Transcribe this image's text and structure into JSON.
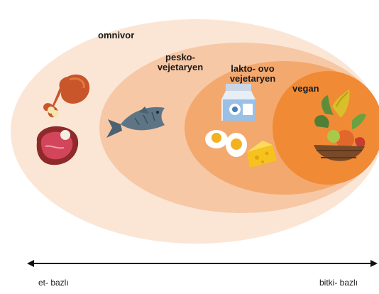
{
  "diagram": {
    "levels": [
      {
        "id": "omnivor",
        "label": "omnivor",
        "color": "#fbe6d6"
      },
      {
        "id": "pesko",
        "label_line1": "pesko-",
        "label_line2": "vejetaryen",
        "color": "#f6c8a6"
      },
      {
        "id": "lakto",
        "label_line1": "lakto- ovo",
        "label_line2": "vejetaryen",
        "color": "#f3a86e"
      },
      {
        "id": "vegan",
        "label": "vegan",
        "color": "#f08a35"
      }
    ],
    "foods": [
      {
        "icon": "chicken-leg-icon"
      },
      {
        "icon": "steak-icon"
      },
      {
        "icon": "fish-icon"
      },
      {
        "icon": "milk-carton-icon"
      },
      {
        "icon": "boiled-eggs-icon"
      },
      {
        "icon": "cheese-icon"
      },
      {
        "icon": "vegetable-basket-icon"
      }
    ],
    "axis": {
      "left_label": "et- bazlı",
      "right_label": "bitki- bazlı"
    }
  }
}
